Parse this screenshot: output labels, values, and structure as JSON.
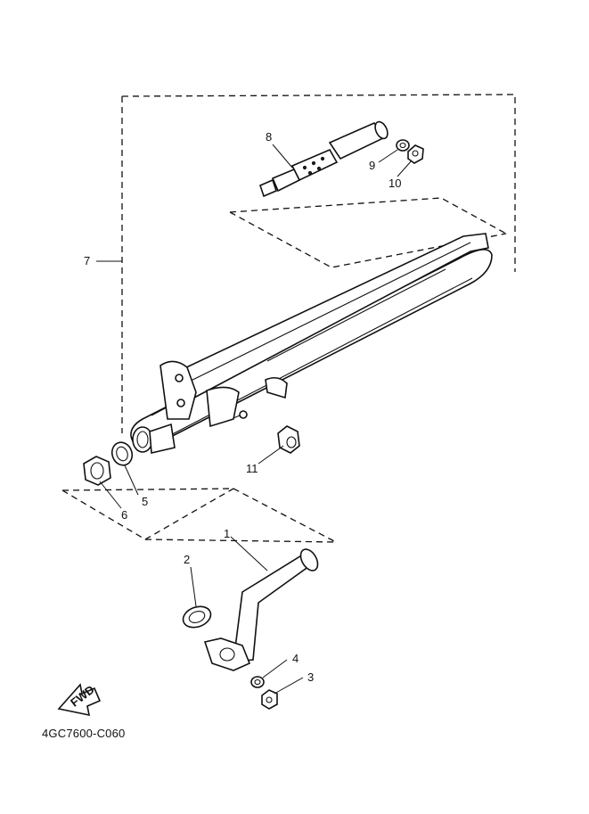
{
  "diagram": {
    "catalog_code": "4GC7600-C060",
    "fwd_label": "FWD",
    "callouts": [
      {
        "id": "c1",
        "text": "1"
      },
      {
        "id": "c2",
        "text": "2"
      },
      {
        "id": "c3",
        "text": "3"
      },
      {
        "id": "c4",
        "text": "4"
      },
      {
        "id": "c5",
        "text": "5"
      },
      {
        "id": "c6",
        "text": "6"
      },
      {
        "id": "c7",
        "text": "7"
      },
      {
        "id": "c8",
        "text": "8"
      },
      {
        "id": "c9",
        "text": "9"
      },
      {
        "id": "c10",
        "text": "10"
      },
      {
        "id": "c11",
        "text": "11"
      }
    ]
  }
}
